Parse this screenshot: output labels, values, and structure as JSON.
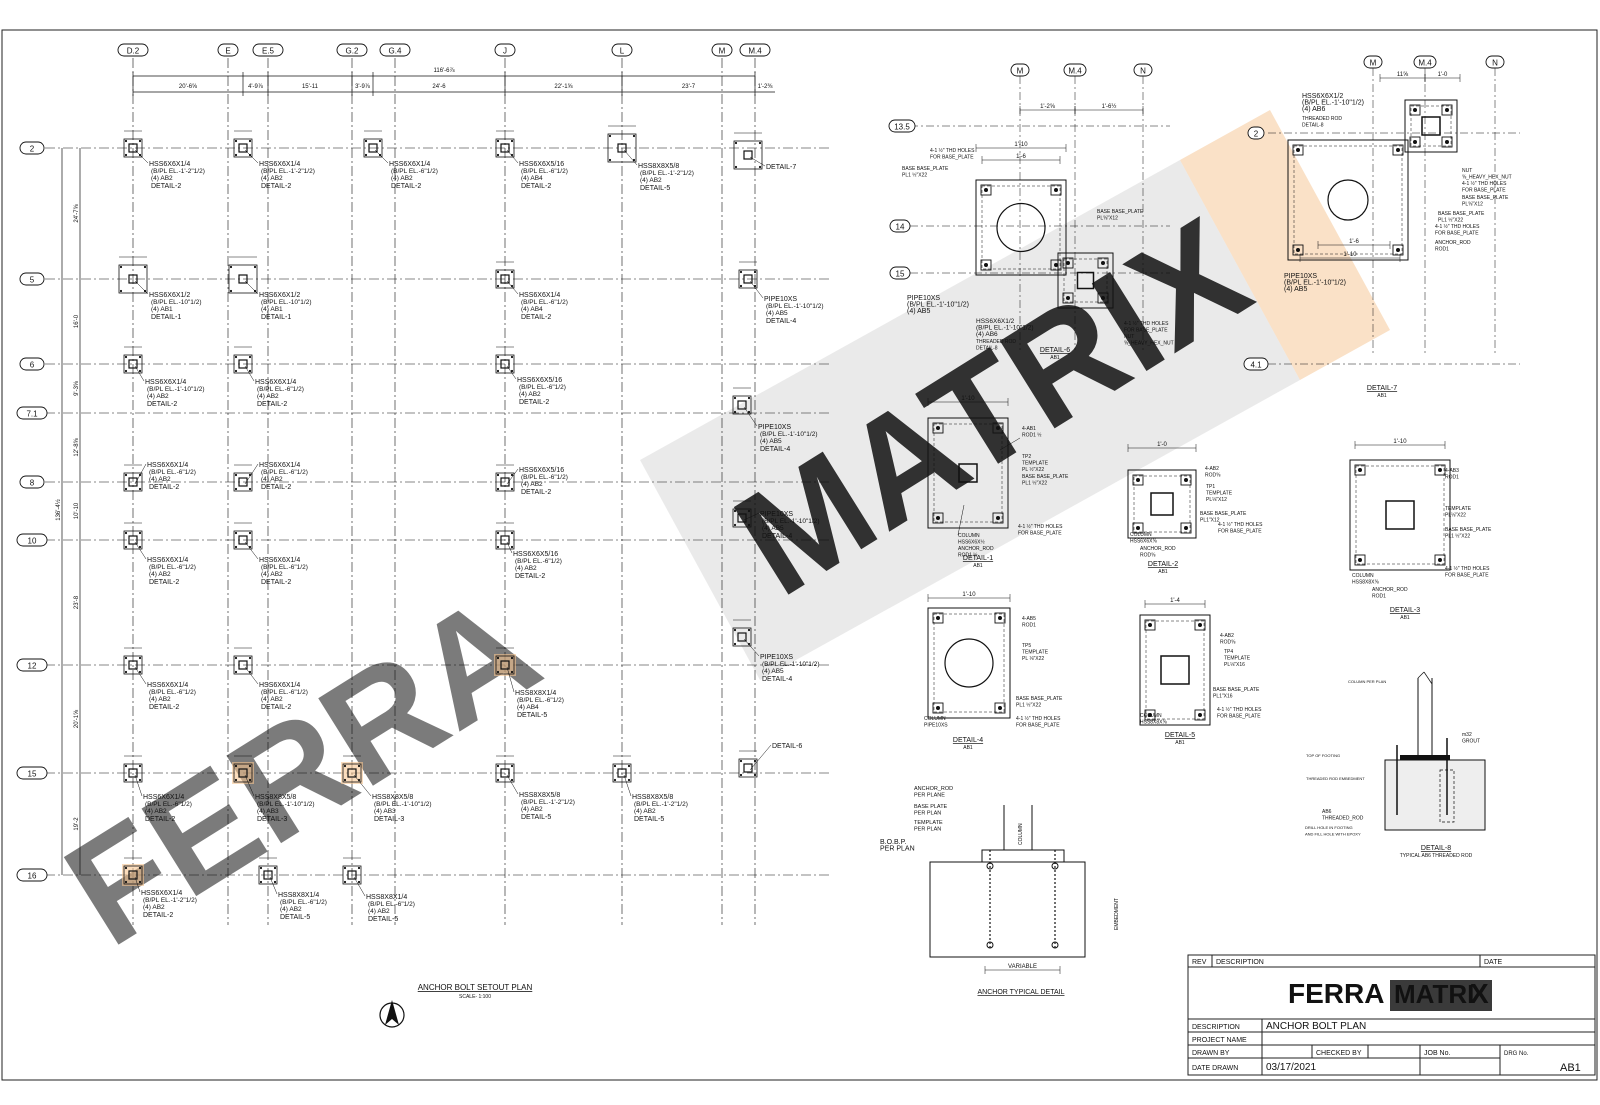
{
  "plan": {
    "title": "ANCHOR BOLT SETOUT PLAN",
    "scale": "SCALE- 1:100",
    "overall_dim": "116'-6⅞",
    "overall_vertical_dim": "136'-4½",
    "grid_cols": [
      "D.2",
      "E",
      "E.5",
      "G.2",
      "G.4",
      "J",
      "L",
      "M",
      "M.4"
    ],
    "grid_rows": [
      "2",
      "5",
      "6",
      "7.1",
      "8",
      "10",
      "12",
      "15",
      "16"
    ],
    "col_dims": [
      "20'-6⅝",
      "4'-9⅞",
      "15'-11",
      "3'-9⅞",
      "24'-6",
      "22'-1⅝",
      "23'-7",
      "1'-2⅜"
    ],
    "row_dims": [
      "24'-7⅝",
      "16'-0",
      "9'-3⅝",
      "12'-8⅝",
      "10'-10",
      "23'-8",
      "20'-1⅝",
      "19'-2"
    ],
    "callouts": [
      {
        "l1": "HSS6X6X1/4",
        "l2": "(B/PL EL.-1'-2\"1/2)",
        "l3": "(4) AB2",
        "l4": "DETAIL-2"
      },
      {
        "l1": "HSS6X6X1/4",
        "l2": "(B/PL EL.-1'-2\"1/2)",
        "l3": "(4) AB2",
        "l4": "DETAIL-2"
      },
      {
        "l1": "HSS6X6X1/4",
        "l2": "(B/PL EL.-6\"1/2)",
        "l3": "(4) AB2",
        "l4": "DETAIL-2"
      },
      {
        "l1": "HSS6X6X5/16",
        "l2": "(B/PL EL.-6\"1/2)",
        "l3": "(4) AB4",
        "l4": "DETAIL-2"
      },
      {
        "l1": "HSS8X8X5/8",
        "l2": "(B/PL EL.-1'-2\"1/2)",
        "l3": "(4) AB2",
        "l4": "DETAIL-5"
      },
      {
        "l1": "DETAIL-7",
        "l2": "",
        "l3": "",
        "l4": ""
      },
      {
        "l1": "HSS6X6X1/2",
        "l2": "(B/PL EL.-10\"1/2)",
        "l3": "(4) AB1",
        "l4": "DETAIL-1"
      },
      {
        "l1": "HSS6X6X1/2",
        "l2": "(B/PL EL.-10\"1/2)",
        "l3": "(4) AB1",
        "l4": "DETAIL-1"
      },
      {
        "l1": "HSS6X6X1/4",
        "l2": "(B/PL EL.-6\"1/2)",
        "l3": "(4) AB4",
        "l4": "DETAIL-2"
      },
      {
        "l1": "PIPE10XS",
        "l2": "(B/PL EL.-1'-10\"1/2)",
        "l3": "(4) AB5",
        "l4": "DETAIL-4"
      },
      {
        "l1": "HSS6X6X1/4",
        "l2": "(B/PL EL.-1'-10\"1/2)",
        "l3": "(4) AB2",
        "l4": "DETAIL-2"
      },
      {
        "l1": "HSS6X6X1/4",
        "l2": "(B/PL EL.-6\"1/2)",
        "l3": "(4) AB2",
        "l4": "DETAIL-2"
      },
      {
        "l1": "HSS6X6X5/16",
        "l2": "(B/PL EL.-6\"1/2)",
        "l3": "(4) AB2",
        "l4": "DETAIL-2"
      },
      {
        "l1": "PIPE10XS",
        "l2": "(B/PL EL.-1'-10\"1/2)",
        "l3": "(4) AB5",
        "l4": "DETAIL-4"
      },
      {
        "l1": "HSS6X6X1/4",
        "l2": "(B/PL EL.-6\"1/2)",
        "l3": "(4) AB2",
        "l4": "DETAIL-2"
      },
      {
        "l1": "HSS6X6X1/4",
        "l2": "(B/PL EL.-6\"1/2)",
        "l3": "(4) AB2",
        "l4": "DETAIL-2"
      },
      {
        "l1": "HSS6X6X5/16",
        "l2": "(B/PL EL.-6\"1/2)",
        "l3": "(4) AB2",
        "l4": "DETAIL-2"
      },
      {
        "l1": "PIPE10XS",
        "l2": "(B/PL EL.-1'-10\"1/2)",
        "l3": "(4) AB5",
        "l4": "DETAIL-4"
      },
      {
        "l1": "HSS6X6X1/4",
        "l2": "(B/PL EL.-6\"1/2)",
        "l3": "(4) AB2",
        "l4": "DETAIL-2"
      },
      {
        "l1": "HSS6X6X1/4",
        "l2": "(B/PL EL.-6\"1/2)",
        "l3": "(4) AB2",
        "l4": "DETAIL-2"
      },
      {
        "l1": "HSS6X6X5/16",
        "l2": "(B/PL EL.-6\"1/2)",
        "l3": "(4) AB2",
        "l4": "DETAIL-2"
      },
      {
        "l1": "HSS6X6X1/4",
        "l2": "(B/PL EL.-6\"1/2)",
        "l3": "(4) AB2",
        "l4": "DETAIL-2"
      },
      {
        "l1": "HSS6X6X1/4",
        "l2": "(B/PL EL.-6\"1/2)",
        "l3": "(4) AB2",
        "l4": "DETAIL-2"
      },
      {
        "l1": "HSS8X8X1/4",
        "l2": "(B/PL EL.-6\"1/2)",
        "l3": "(4) AB4",
        "l4": "DETAIL-5"
      },
      {
        "l1": "PIPE10XS",
        "l2": "(B/PL EL.-1'-10\"1/2)",
        "l3": "(4) AB5",
        "l4": "DETAIL-4"
      },
      {
        "l1": "HSS6X6X1/4",
        "l2": "(B/PL EL.-6\"1/2)",
        "l3": "(4) AB2",
        "l4": "DETAIL-2"
      },
      {
        "l1": "HSS8X8X5/8",
        "l2": "(B/PL EL.-1'-10\"1/2)",
        "l3": "(4) AB3",
        "l4": "DETAIL-3"
      },
      {
        "l1": "HSS8X8X5/8",
        "l2": "(B/PL EL.-1'-10\"1/2)",
        "l3": "(4) AB3",
        "l4": "DETAIL-3"
      },
      {
        "l1": "HSS8X8X5/8",
        "l2": "(B/PL EL.-1'-2\"1/2)",
        "l3": "(4) AB2",
        "l4": "DETAIL-5"
      },
      {
        "l1": "HSS8X8X5/8",
        "l2": "(B/PL EL.-1'-2\"1/2)",
        "l3": "(4) AB2",
        "l4": "DETAIL-5"
      },
      {
        "l1": "DETAIL-6",
        "l2": "",
        "l3": "",
        "l4": ""
      },
      {
        "l1": "HSS6X6X1/4",
        "l2": "(B/PL EL.-1'-2\"1/2)",
        "l3": "(4) AB2",
        "l4": "DETAIL-2"
      },
      {
        "l1": "HSS8X8X1/4",
        "l2": "(B/PL EL.-6\"1/2)",
        "l3": "(4) AB2",
        "l4": "DETAIL-5"
      },
      {
        "l1": "HSS8X8X1/4",
        "l2": "(B/PL EL.-6\"1/2)",
        "l3": "(4) AB2",
        "l4": "DETAIL-5"
      }
    ]
  },
  "details": {
    "d1": {
      "title": "DETAIL-1",
      "sub": "AB1",
      "dim": "1'-10",
      "n1": "4-AB1",
      "n2": "ROD1 ½",
      "n3": "TP2",
      "n4": "TEMPLATE",
      "n5": "PL ½\"X22",
      "n6": "BASE BASE_PLATE",
      "n7": "PL1 ½\"X22",
      "n8": "COLUMN",
      "n9": "HSS6X6X½",
      "n10": "ANCHOR_ROD",
      "n11": "ROD1 ½",
      "n12": "4-1 ½\" THD HOLES",
      "n13": "FOR BASE_PLATE"
    },
    "d2": {
      "title": "DETAIL-2",
      "sub": "AB1",
      "dim": "1'-0",
      "n1": "4-AB2",
      "n2": "ROD⅝",
      "n3": "TP1",
      "n4": "TEMPLATE",
      "n5": "PL⅛\"X12",
      "n6": "BASE BASE_PLATE",
      "n7": "PL1\"X12",
      "n8": "COLUMN",
      "n9": "HSS6X6X⅝",
      "n10": "ANCHOR_ROD",
      "n11": "ROD⅝",
      "n12": "4-1 ½\" THD HOLES",
      "n13": "FOR BASE_PLATE"
    },
    "d3": {
      "title": "DETAIL-3",
      "sub": "AB1",
      "dim": "1'-10",
      "n1": "4-AB3",
      "n2": "ROD1",
      "n3": "TEMPLATE",
      "n4": "PL⅛\"X22",
      "n5": "BASE BASE_PLATE",
      "n6": "PL1 ½\"X22",
      "n7": "COLUMN",
      "n8": "HSS8X8X⅝",
      "n9": "ANCHOR_ROD",
      "n10": "ROD1",
      "n11": "4-1 ½\" THD HOLES",
      "n12": "FOR BASE_PLATE"
    },
    "d4": {
      "title": "DETAIL-4",
      "sub": "AB1",
      "dim": "1'-10",
      "n1": "4-AB5",
      "n2": "ROD1",
      "n3": "TP5",
      "n4": "TEMPLATE",
      "n5": "PL ⅛\"X22",
      "n6": "BASE BASE_PLATE",
      "n7": "PL1 ½\"X22",
      "n8": "COLUMN",
      "n9": "PIPE10XS",
      "n10": "4-1 ½\" THD HOLES",
      "n11": "FOR BASE_PLATE"
    },
    "d5": {
      "title": "DETAIL-5",
      "sub": "AB1",
      "dim": "1'-4",
      "n1": "4-AB2",
      "n2": "ROD⅝",
      "n3": "TP4",
      "n4": "TEMPLATE",
      "n5": "PL⅛\"X16",
      "n6": "BASE BASE_PLATE",
      "n7": "PL1\"X16",
      "n8": "COLUMN",
      "n9": "HSS8X8X⅝",
      "n10": "4-1 ½\" THD HOLES",
      "n11": "FOR BASE_PLATE"
    },
    "d6": {
      "title": "DETAIL-6",
      "sub": "AB1",
      "cols": [
        "M",
        "M.4",
        "N"
      ],
      "rows": [
        "13.5",
        "14",
        "15"
      ],
      "n1": "4-1 ½\" THD HOLES",
      "n2": "FOR BASE_PLATE",
      "n3": "BASE BASE_PLATE",
      "n4": "PL1 ½\"X22",
      "n5": "PIPE10XS",
      "n6": "(B/PL EL.-1'-10\"1/2)",
      "n7": "(4) AB5",
      "n8": "HSS6X6X1/2",
      "n9": "(B/PL EL.-1'-10\"1/2)",
      "n10": "(4) AB6",
      "n11": "THREADED ROD",
      "n12": "DETAIL-8",
      "n13": "BASE BASE_PLATE",
      "n14": "PL⅝\"X12",
      "n15": "NUT",
      "n16": "⅝_HEAVY_HEX_NUT",
      "d1": "1'-2⅝",
      "d2": "1'-6½",
      "d3": "1'-10",
      "d4": "1'-6"
    },
    "d7": {
      "title": "DETAIL-7",
      "sub": "AB1",
      "cols": [
        "M",
        "M.4",
        "N"
      ],
      "rows": [
        "2",
        "4.1"
      ],
      "n1": "HSS6X6X1/2",
      "n2": "(B/PL EL.-1'-10\"1/2)",
      "n3": "(4) AB6",
      "n4": "THREADED ROD",
      "n5": "DETAIL-8",
      "n6": "NUT",
      "n7": "⅝_HEAVY_HEX_NUT",
      "n8": "4-1 ½\" THD HOLES",
      "n9": "FOR BASE_PLATE",
      "n10": "BASE BASE_PLATE",
      "n11": "PL⅝\"X12",
      "n12": "BASE BASE_PLATE",
      "n13": "PL1 ½\"X22",
      "n14": "4-1 ½\" THD HOLES",
      "n15": "FOR BASE_PLATE",
      "n16": "ANCHOR_ROD",
      "n17": "ROD1",
      "n18": "PIPE10XS",
      "n19": "(B/PL EL.-1'-10\"1/2)",
      "n20": "(4) AB5",
      "d1": "11⅝",
      "d2": "1'-0",
      "d3": "1'-6",
      "d4": "1'-10"
    },
    "d8": {
      "title": "DETAIL-8",
      "sub": "TYPICAL AB6 THREADED ROD",
      "n1": "COLUMN PER PLAN",
      "n2": "m32",
      "n3": "GROUT",
      "n4": "TOP OF FOOTING",
      "n5": "THREADED ROD EMBEDMENT",
      "n6": "AB6",
      "n7": "THREADED_ROD",
      "n8": "DRILL HOLE IN FOOTING",
      "n9": "AND FILL HOLE WITH EPOXY"
    },
    "typ": {
      "title": "ANCHOR TYPICAL DETAIL",
      "n1": "ANCHOR_ROD",
      "n2": "PER PLANE",
      "n3": "BASE PLATE",
      "n4": "PER PLAN",
      "n5": "TEMPLATE",
      "n6": "PER PLAN",
      "n7": "B.O.B.P.",
      "n8": "PER PLAN",
      "n9": "COLUMN",
      "n10": "EMBEDMENT",
      "n11": "VARIABLE"
    }
  },
  "title_block": {
    "rev_label": "REV",
    "desc_label": "DESCRIPTION",
    "date_label": "DATE",
    "logo_a": "FERRA",
    "logo_b": "MATRI",
    "logo_x": "X",
    "description_label": "DESCRIPTION",
    "description_value": "ANCHOR BOLT PLAN",
    "project_label": "PROJECT NAME",
    "project_value": "",
    "drawn_label": "DRAWN BY",
    "checked_label": "CHECKED BY",
    "job_label": "JOB No.",
    "date_drawn_label": "DATE DRAWN",
    "date_drawn_value": "03/17/2021",
    "drg_label": "DRG No.",
    "drg_value": "AB1"
  },
  "watermark": {
    "text_a": "FERRA",
    "text_b": "MATRIX"
  },
  "colors": {
    "line": "#111111",
    "watermark_orange": "#f6c48f",
    "watermark_gray": "#d9d9d9",
    "logo_orange": "#f08a2c",
    "logo_dark": "#3a3a3a"
  }
}
